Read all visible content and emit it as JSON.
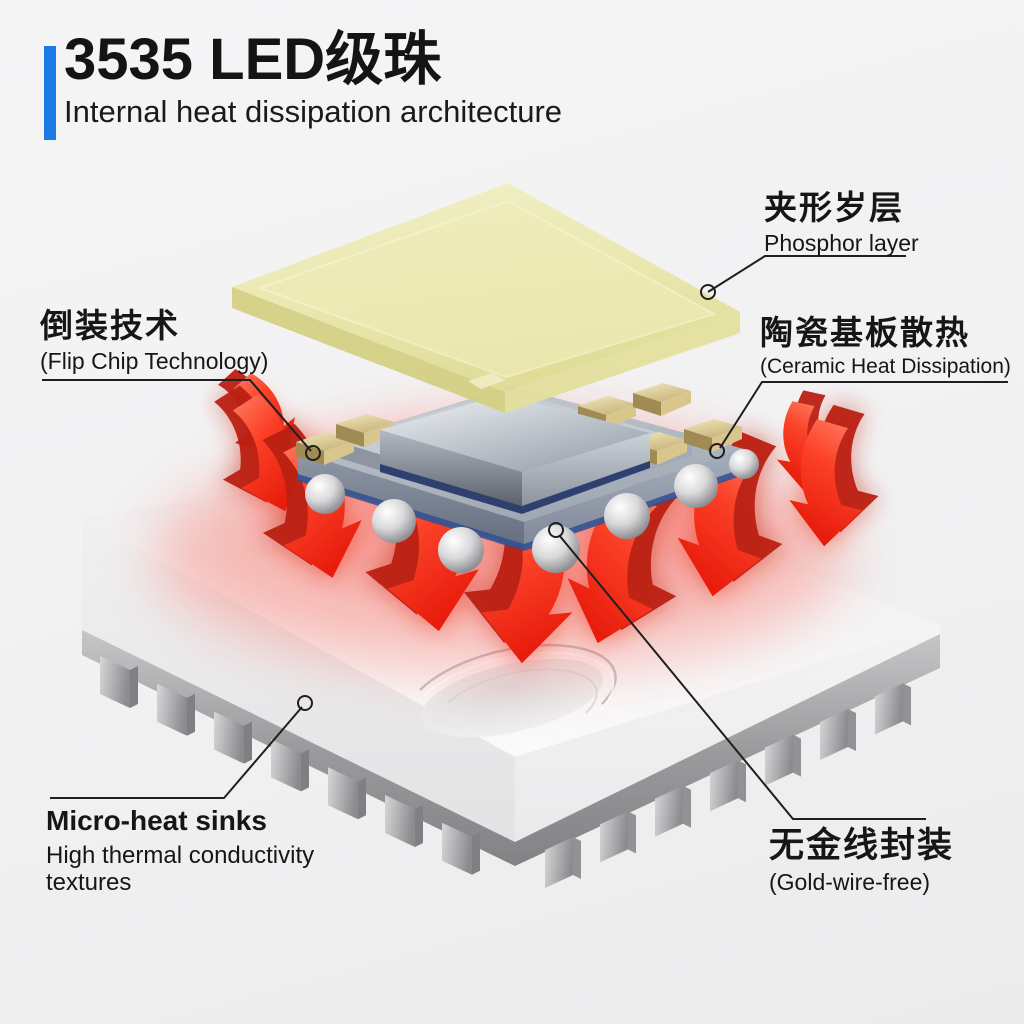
{
  "header": {
    "title": "3535 LED级珠",
    "subtitle": "Internal heat dissipation architecture"
  },
  "callouts": {
    "phosphor": {
      "title_zh": "夹形岁层",
      "subtitle_en": "Phosphor layer"
    },
    "flip_chip": {
      "title_zh": "倒装技术",
      "subtitle_en": "(Flip Chip Technology)"
    },
    "ceramic": {
      "title_zh": "陶瓷基板散热",
      "subtitle_en": "(Ceramic Heat Dissipation)"
    },
    "micro_heat_sinks": {
      "title_en": "Micro-heat sinks",
      "subtitle_en": "High thermal conductivity textures"
    },
    "gold_wire_free": {
      "title_zh": "无金线封装",
      "subtitle_en": "(Gold-wire-free)"
    }
  },
  "illustration": {
    "description": "Exploded 3D view of a 3535 LED bead showing internal heat dissipation path",
    "components": [
      "phosphor-layer-slab",
      "flip-chip-led-block",
      "ceramic-substrate-with-gold-pads",
      "solder-balls",
      "heat-flow-arrows",
      "micro-heatsink-block-with-fins"
    ],
    "colors": {
      "accent_blue": "#1b7ce6",
      "arrow_red": "#f0281a",
      "phosphor_yellow": "#e9e6a4",
      "heatsink_white": "#f4f4f5",
      "substrate_gray": "#aeb6c0",
      "gold_pad": "#d9c68c",
      "background": "#f1f1f2",
      "text": "#161616"
    }
  }
}
